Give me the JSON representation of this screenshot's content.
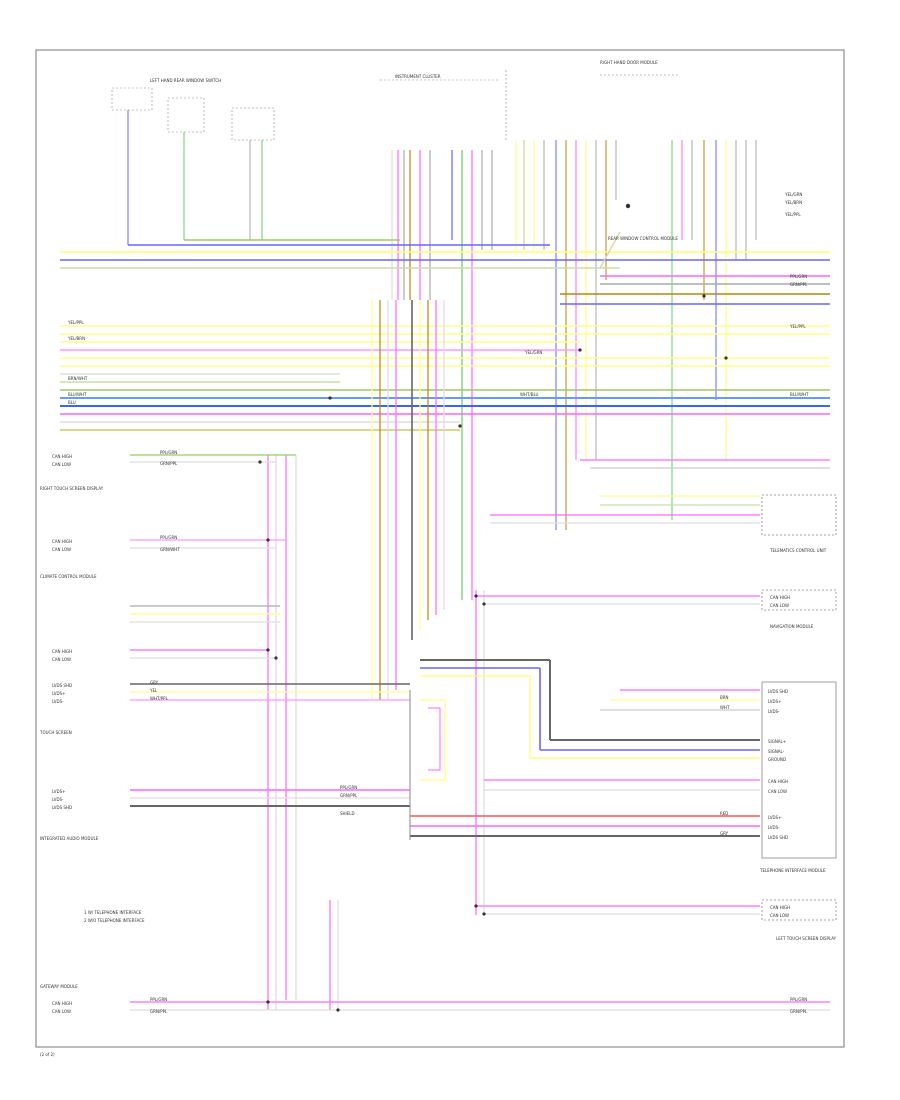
{
  "labels": {
    "right_hand_door_module": "RIGHT HAND DOOR MODULE",
    "left_hand_rear_window_switch": "LEFT HAND REAR WINDOW SWITCH",
    "instrument_cluster": "INSTRUMENT CLUSTER",
    "rear_window_ec": "REAR WINDOW CONTROL MODULE",
    "right_touch_screen_display": "RIGHT TOUCH SCREEN DISPLAY",
    "climate_control_module": "CLIMATE CONTROL MODULE",
    "touch_screen": "TOUCH SCREEN",
    "integrated_audio_module": "INTEGRATED AUDIO MODULE",
    "telematics_control_unit": "TELEMATICS CONTROL UNIT",
    "navigation_module": "NAVIGATION MODULE",
    "telephone_interface_module": "TELEPHONE INTERFACE MODULE",
    "left_touch_screen_display": "LEFT TOUCH SCREEN DISPLAY",
    "gateway_module": "GATEWAY MODULE",
    "note_1": "1  W/ TELEPHONE INTERFACE",
    "note_2": "2  W/O TELEPHONE INTERFACE",
    "footer": "(2 of 2)"
  },
  "wires": {
    "yel_brn": "YEL/BRN",
    "yel_ppl": "YEL/PPL",
    "yel_grn": "YEL/GRN",
    "brn_wht": "BRN/WHT",
    "wht_blu": "WHT/BLU",
    "ppl_grn": "PPL/GRN",
    "grn_ppl": "GRN/PPL",
    "wht_ppl": "WHT/PPL",
    "blu": "BLU",
    "blu_wht": "BLU/WHT",
    "grn_wht": "GRN/WHT",
    "gry": "GRY",
    "red": "RED",
    "yel": "YEL",
    "wht": "WHT",
    "brn": "BRN",
    "shield": "SHIELD"
  },
  "pins": {
    "can_h": "CAN HIGH",
    "can_l": "CAN LOW",
    "lvds_pos": "LVDS+",
    "lvds_neg": "LVDS-",
    "lvds_shd": "LVDS SHD",
    "signal_pos": "SIGNAL+",
    "signal_neg": "SIGNAL-",
    "ground": "GROUND"
  }
}
